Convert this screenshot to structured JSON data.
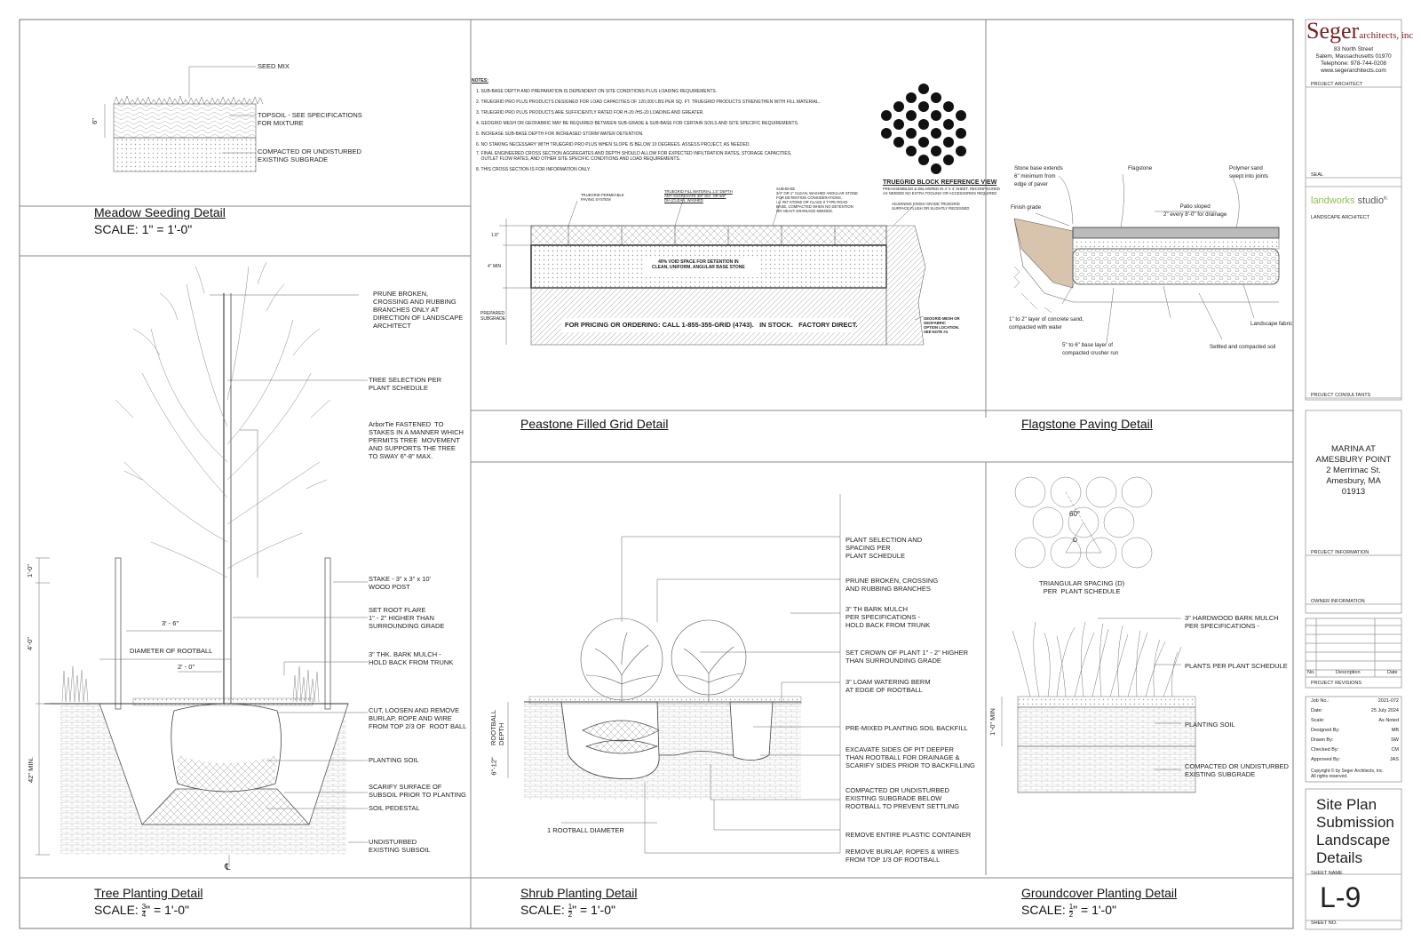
{
  "meadow": {
    "title": "Meadow Seeding Detail",
    "scale": "SCALE: 1\" = 1'-0\"",
    "labels": [
      "SEED MIX",
      "TOPSOIL - SEE SPECIFICATIONS\nFOR MIXTURE",
      "COMPACTED OR UNDISTURBED\nEXISTING SUBGRADE"
    ],
    "dim": "6\""
  },
  "peastone": {
    "title": "Peastone Filled Grid Detail",
    "notes_heading": "NOTES:",
    "notes": [
      "1. SUB-BASE DEPTH AND PREPARATION IS DEPENDENT ON SITE CONDITIONS PLUS LOADING REQUIREMENTS.",
      "2. TRUEGRID PRO PLUS PRODUCTS DESIGNED FOR LOAD CAPACITIES OF 120,000 LBS PER SQ. FT. TRUEGRID PRODUCTS STRENGTHEN WITH FILL MATERIAL.",
      "3. TRUEGRID PRO PLUS PRODUCTS ARE SUFFICIENTLY RATED FOR H-20 /HS-20 LOADING AND GREATER.",
      "4. GEOGRID MESH OR GEOFABRIC MAY BE REQUIRED BETWEEN SUB-GRADE & SUB-BASE FOR CERTAIN SOILS AND SITE SPECIFIC REQUIREMENTS.",
      "5. INCREASE SUB-BASE DEPTH FOR INCREASED STORM WATER DETENTION.",
      "6. NO STAKING NECESSARY WITH TRUEGRID PRO PLUS WHEN SLOPE IS BELOW 10 DEGREES. ASSESS PROJECT, AS NEEDED.",
      "7. FINAL ENGINEERED CROSS SECTION AGGREGATES AND DEPTH SHOULD ALLOW FOR EXPECTED INFILTRATION RATES, STORAGE CAPACITIES,\n    OUTLET FLOW RATES, AND OTHER SITE SPECIFIC CONDITIONS AND LOAD REQUIREMENTS.",
      "8. THIS CROSS SECTION IS FOR INFORMATION ONLY."
    ],
    "block_ref": "TRUEGRID BLOCK REFERENCE VIEW",
    "block_ref_sub": "PREASSEMBLED & DELIVERED IN 4' X 4' SHEET. RECONFIGURED\nAS NEEDED NO EXTRA TOOLING OR ACCESSORIES REQUIRED",
    "labels": {
      "permeable": "TRUEGRID PERMEABLE\nPAVING SYSTEM",
      "fill": "TRUEGRID FILL MATERIAL 1.5\" DEPTH\nANY AGGREGATE 3/8\" DIA. OR 5/8\"\nDIA (CLEAN, WASHED",
      "subbase": "SUB-BASE\n3/4\" OR 1\" CLEAN, WASHED ANGULAR STONE\nFOR DETENTION CONSIDERATIONS.\ni.e. #57 STONE OR CLASS II TYPE ROAD\nBASE, COMPACTED WHEN NO DETENTION\nOR HEAVY DRAINAGE NEEDED.",
      "adjoining": "ADJOINING FINISH GRADE TRUEGRID\nSURFACE FLUSH OR SLIGHTLY RECESSED",
      "void": "40% VOID SPACE FOR DETENTION IN\nCLEAN, UNIFORM, ANGULAR BASE STONE",
      "pricing": "FOR PRICING OR ORDERING: CALL 1-855-355-GRID (4743).   IN STOCK.   FACTORY DIRECT.",
      "geogrid": "GEOGRID MESH OR\nGEOFABRIC\nOPTION LOCATION.\nSEE NOTE #4",
      "d1": "1.8\"",
      "d2": "4\" MIN",
      "d3": "PREPARED\nSUBGRADE"
    }
  },
  "flagstone": {
    "title": "Flagstone Paving Detail",
    "labels": {
      "stonebase": "Stone base extends\n6\" minimum from\nedge of paver",
      "flagstone": "Flagstone",
      "polymer": "Polymer sand\nswept into joints",
      "finish": "Finish grade",
      "patio": "Patio sloped\n2\" every 8'-0\" for drainage",
      "sand": "1\" to 2\" layer of concrete sand,\ncompacted with water",
      "base": "5\" to 6\" base layer of\ncompacted crusher run",
      "fabric": "Landscape fabric",
      "soil": "Settled and compacted soil"
    }
  },
  "tree": {
    "title": "Tree Planting Detail",
    "scale_prefix": "SCALE: ",
    "scale_num": "3",
    "scale_den": "4",
    "scale_suffix": "\" = 1'-0\"",
    "labels": {
      "prune": "PRUNE BROKEN,\nCROSSING AND RUBBING\nBRANCHES ONLY AT\nDIRECTION OF LANDSCAPE\nARCHITECT",
      "selection": "TREE SELECTION PER\nPLANT SCHEDULE",
      "arbortie": "ArborTie FASTENED  TO\nSTAKES IN A MANNER WHICH\nPERMITS TREE  MOVEMENT\nAND SUPPORTS THE TREE\nTO SWAY 6\"-8\" MAX.",
      "stake": "STAKE - 3\" x 3\" x 10'\nWOOD POST",
      "flare": "SET ROOT FLARE\n1\" - 2\" HIGHER THAN\nSURROUNDING GRADE",
      "mulch": "3\" THK. BARK MULCH -\nHOLD BACK FROM TRUNK",
      "cut": "CUT, LOOSEN AND REMOVE\nBURLAP, ROPE AND WIRE\nFROM TOP 2/3 OF  ROOT BALL",
      "soil": "PLANTING SOIL",
      "scarify": "SCARIFY SURFACE OF\nSUBSOIL PRIOR TO PLANTING",
      "pedestal": "SOIL PEDESTAL",
      "subsoil": "UNDISTURBED\nEXISTING SUBSOIL",
      "rootball": "DIAMETER OF ROOTBALL",
      "d36": "3' - 6\"",
      "d20": "2' - 0\"",
      "d10": "1'-0\"",
      "d40": "4'-0\"",
      "d42": "42\" MIN.",
      "cl": "℄"
    }
  },
  "shrub": {
    "title": "Shrub Planting Detail",
    "scale_prefix": "SCALE: ",
    "scale_num": "1",
    "scale_den": "2",
    "scale_suffix": "\" = 1'-0\"",
    "labels": {
      "selection": "PLANT SELECTION AND\nSPACING PER\nPLANT SCHEDULE",
      "prune": "PRUNE BROKEN, CROSSING\nAND RUBBING BRANCHES",
      "mulch": "3\" TH BARK MULCH\nPER SPECIFICATIONS -\nHOLD BACK FROM TRUNK",
      "crown": "SET CROWN OF PLANT 1\" - 2\" HIGHER\nTHAN SURROUNDING GRADE",
      "berm": "3\" LOAM WATERING BERM\nAT EDGE OF ROOTBALL",
      "backfill": "PRE-MIXED PLANTING SOIL BACKFILL",
      "excavate": "EXCAVATE SIDES OF PIT DEEPER\nTHAN ROOTBALL FOR DRAINAGE &\nSCARIFY SIDES PRIOR TO BACKFILLING",
      "compacted": "COMPACTED OR UNDISTURBED\nEXISTING SUBGRADE BELOW\nROOTBALL TO PREVENT SETTLING",
      "container": "REMOVE ENTIRE PLASTIC CONTAINER",
      "burlap": "REMOVE BURLAP, ROPES & WIRES\nFROM TOP 1/3 OF ROOTBALL",
      "diameter": "1 ROOTBALL DIAMETER",
      "depth": "ROOTBALL\nDEPTH",
      "d612": "6\"-12\""
    }
  },
  "groundcover": {
    "title": "Groundcover Planting Detail",
    "scale_prefix": "SCALE: ",
    "scale_num": "1",
    "scale_den": "2",
    "scale_suffix": "\" = 1'-0\"",
    "labels": {
      "spacing": "TRIANGULAR SPACING (D)\nPER  PLANT SCHEDULE",
      "mulch": "3\" HARDWOOD BARK MULCH\nPER SPECIFICATIONS -",
      "plants": "PLANTS PER PLANT SCHEDULE",
      "soil": "PLANTING SOIL",
      "subgrade": "COMPACTED OR UNDISTURBED\nEXISTING SUBGRADE",
      "d10": "1'-0\" MIN",
      "angle": "60°",
      "d": "D"
    }
  },
  "titleblock": {
    "firm_name": "Seger",
    "firm_suffix": "architects, inc",
    "address": [
      "83 North Street",
      "Salem, Massachusetts 01970",
      "Telephone: 978-744-0208",
      "www.segerarchitects.com"
    ],
    "project_architect": "PROJECT ARCHITECT",
    "seal": "SEAL",
    "landscape_firm_a": "landworks",
    "landscape_firm_b": " studio",
    "landscape_firm_mark": "llc",
    "landscape_architect": "LANDSCAPE ARCHITECT",
    "project_consultants": "PROJECT CONSULTANTS",
    "project_name": [
      "MARINA AT",
      "AMESBURY POINT",
      "2 Merrimac St.",
      "Amesbury, MA",
      "01913"
    ],
    "project_information": "PROJECT INFORMATION",
    "owner_information": "OWNER INFORMATION",
    "rev_no": "No.",
    "rev_description": "Description",
    "rev_date": "Date",
    "project_revisions": "PROJECT REVISIONS",
    "job_info": [
      {
        "label": "Job No.:",
        "value": "2021-072"
      },
      {
        "label": "Date:",
        "value": "25 July 2024"
      },
      {
        "label": "Scale:",
        "value": "As Noted"
      },
      {
        "label": "Designed By:",
        "value": "MB"
      },
      {
        "label": "Drawn By:",
        "value": "SW"
      },
      {
        "label": "Checked By:",
        "value": "CM"
      },
      {
        "label": "Approved By:",
        "value": "JAS"
      }
    ],
    "copyright": "Copyright © by Seger Architects, Inc.\nAll rights reserved.",
    "sheet_name": [
      "Site Plan",
      "Submission",
      "Landscape",
      "Details"
    ],
    "sheet_name_label": "SHEET NAME",
    "sheet_no": "L-9",
    "sheet_no_label": "SHEET NO."
  },
  "colors": {
    "line": "#555555",
    "firm": "#7a1f1f",
    "landworks": "#8fc24a",
    "sand": "#d8c4ad"
  }
}
